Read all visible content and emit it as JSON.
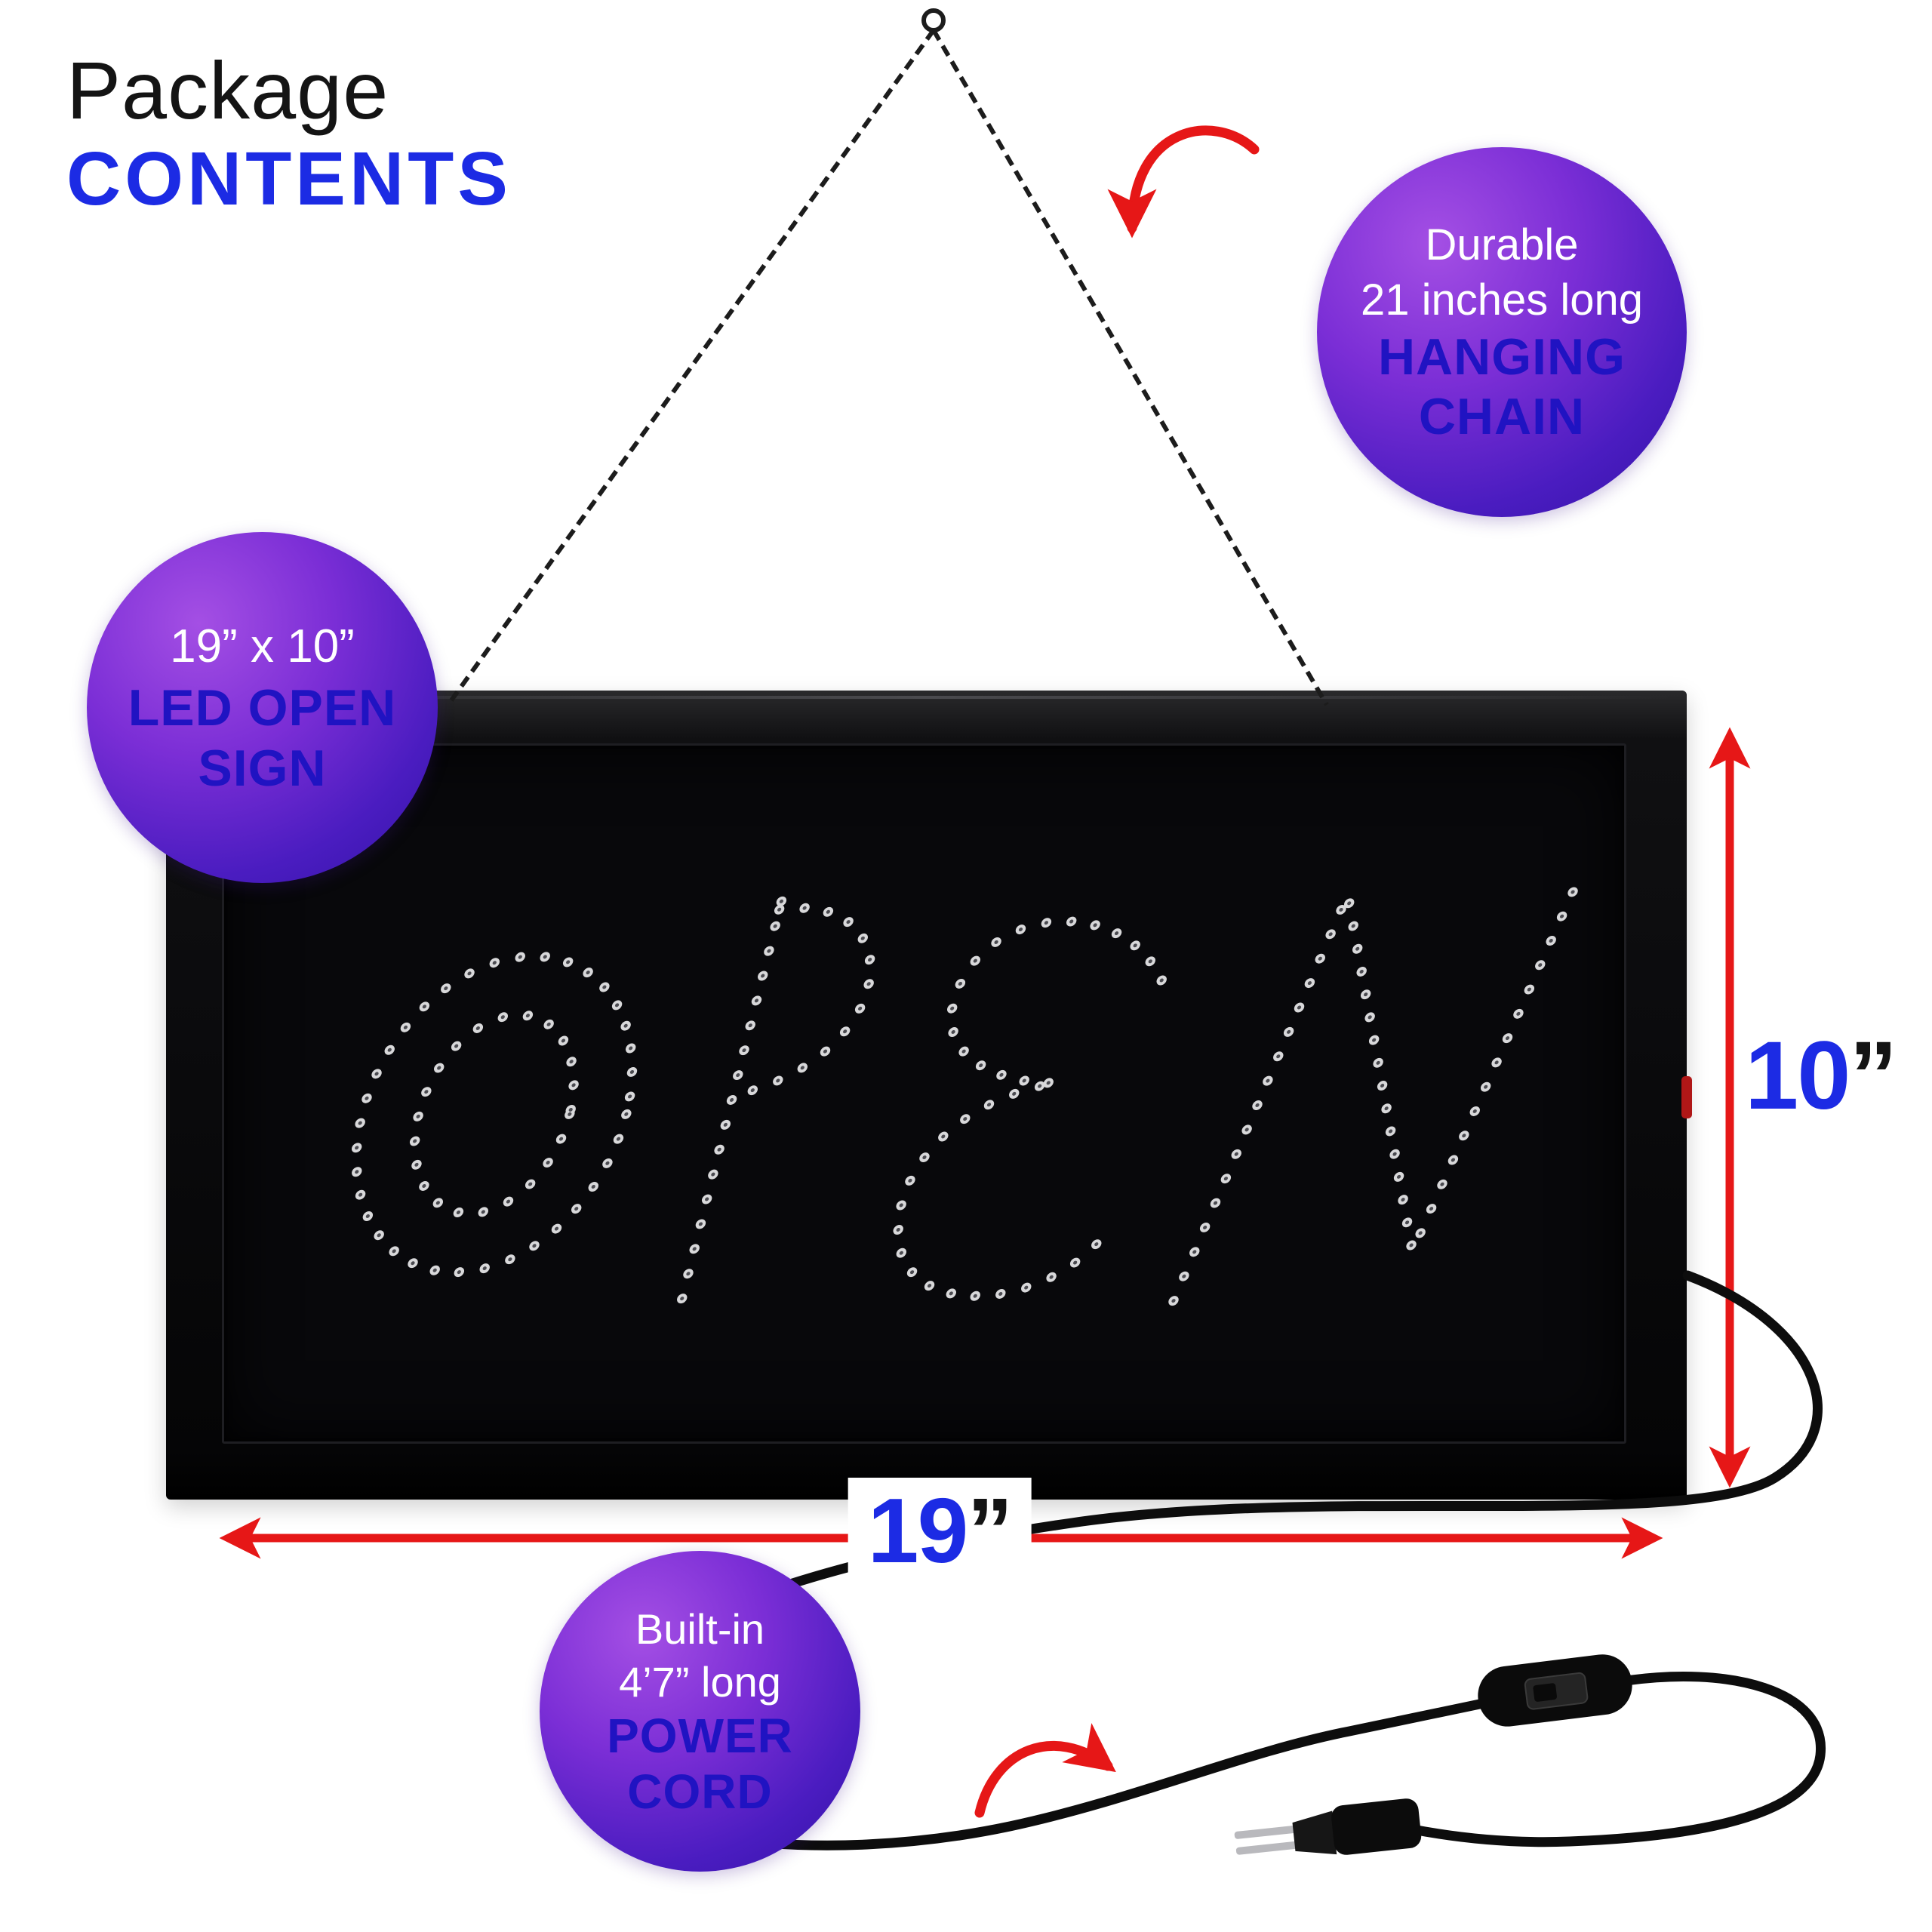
{
  "page": {
    "title_line1": "Package",
    "title_line2": "CONTENTS"
  },
  "badges": {
    "sign": {
      "lines": [
        "19” x 10”"
      ],
      "emphasis": [
        "LED OPEN",
        "SIGN"
      ]
    },
    "chain": {
      "lines": [
        "Durable",
        "21 inches long"
      ],
      "emphasis": [
        "HANGING",
        "CHAIN"
      ]
    },
    "cord": {
      "lines": [
        "Built-in",
        "4’7” long"
      ],
      "emphasis": [
        "POWER",
        "CORD"
      ]
    }
  },
  "dimensions": {
    "height": {
      "value": "10",
      "unit": "”"
    },
    "width": {
      "value": "19",
      "unit": "”"
    }
  },
  "sign": {
    "led_text": "OPEN"
  },
  "colors": {
    "accent_blue": "#1c2be4",
    "badge_emphasis_blue": "#2013c2",
    "arrow_red": "#e61717",
    "badge_gradient_start": "#a44fe4",
    "badge_gradient_end": "#3313a6",
    "led_dot": "#e4e4e6"
  }
}
